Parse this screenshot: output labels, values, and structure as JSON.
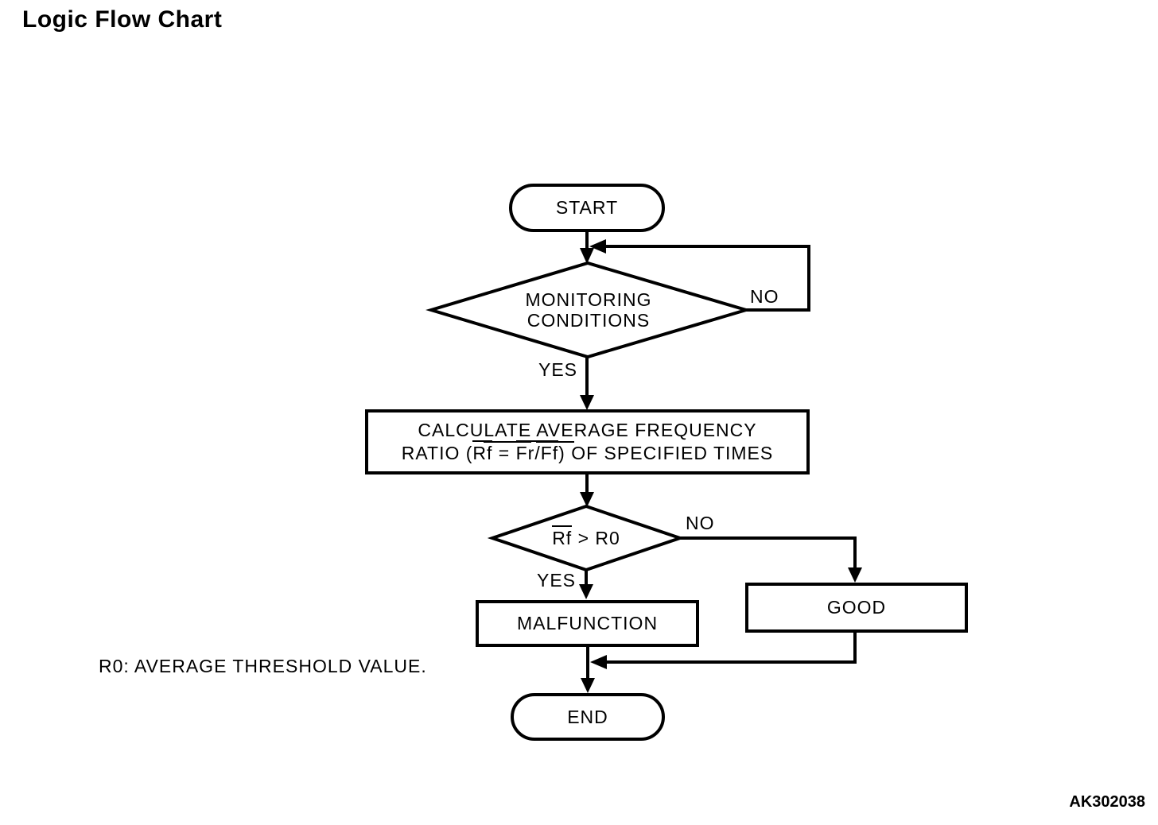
{
  "page": {
    "title": "Logic Flow Chart",
    "note": "R0: AVERAGE THRESHOLD VALUE.",
    "figure_code": "AK302038"
  },
  "flowchart": {
    "start": {
      "label": "START"
    },
    "monitoring_decision": {
      "line1": "MONITORING",
      "line2": "CONDITIONS",
      "no_label": "NO",
      "yes_label": "YES"
    },
    "calc_process": {
      "line1_pre": "CALCU",
      "line1_underlined1": "LATE",
      "line1_space": " ",
      "line1_underlined2": "AVE",
      "line1_post": "RAGE FREQUENCY",
      "line2_pre": "RATIO (",
      "line2_overlined1": "Rf",
      "line2_equals": " = ",
      "line2_overlined2": "Fr/Ff",
      "line2_post": ") OF SPECIFIED TIMES"
    },
    "threshold_decision": {
      "overlined": "Rf",
      "rest": " > R0",
      "no_label": "NO",
      "yes_label": "YES"
    },
    "malfunction": {
      "label": "MALFUNCTION"
    },
    "good": {
      "label": "GOOD"
    },
    "end": {
      "label": "END"
    }
  }
}
